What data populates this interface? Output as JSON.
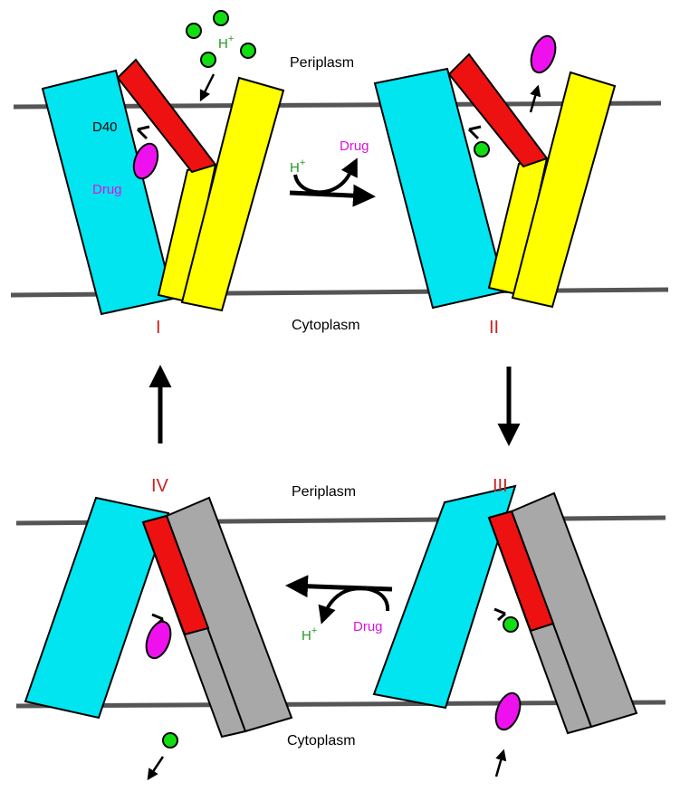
{
  "labels": {
    "periplasm_top": "Periplasm",
    "cytoplasm_top": "Cytoplasm",
    "periplasm_bottom": "Periplasm",
    "cytoplasm_bottom": "Cytoplasm"
  },
  "states": {
    "s1": {
      "numeral": "I",
      "residue": "D40",
      "drug": "Drug",
      "proton": "H"
    },
    "s2": {
      "numeral": "II"
    },
    "s3": {
      "numeral": "III"
    },
    "s4": {
      "numeral": "IV"
    }
  },
  "transitions": {
    "top": {
      "proton": "H",
      "drug": "Drug"
    },
    "bottom": {
      "proton": "H",
      "drug": "Drug"
    }
  },
  "colors": {
    "membrane": "#555555",
    "helix_cyan": "#00e5f0",
    "helix_red": "#ee1111",
    "helix_yellow": "#ffff00",
    "helix_gray": "#a8a8a8",
    "proton": "#11dd11",
    "drug": "#ee11ee",
    "label_green": "#229922",
    "label_magenta": "#dd11dd",
    "numeral_red": "#cc2222"
  }
}
